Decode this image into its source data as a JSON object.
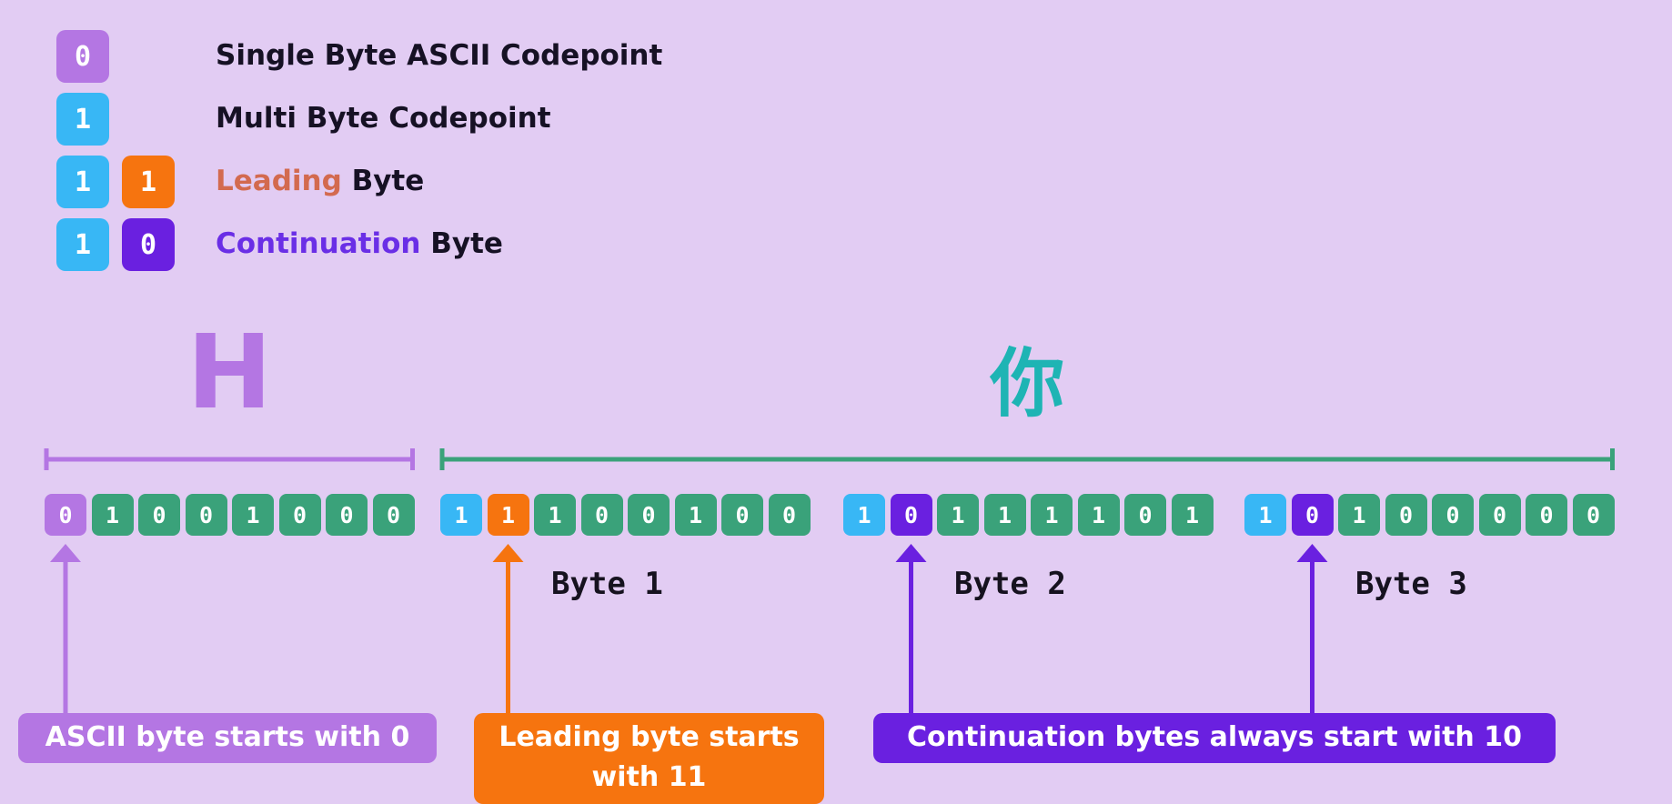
{
  "colors": {
    "background": "#e2ccf3",
    "ascii": "#b476e3",
    "multi": "#38b7f5",
    "leading": "#f6740f",
    "continuation": "#6a20e0",
    "data": "#3aa27a",
    "cjk": "#1eb4b4",
    "text": "#161124",
    "leading_text": "#d36a4f",
    "continuation_text": "#6a2ee6"
  },
  "legend": [
    {
      "bits": [
        {
          "value": "0",
          "role": "ascii"
        }
      ],
      "parts": [
        {
          "text": "Single Byte ASCII Codepoint",
          "role": "text"
        }
      ]
    },
    {
      "bits": [
        {
          "value": "1",
          "role": "multi"
        }
      ],
      "parts": [
        {
          "text": "Multi Byte Codepoint",
          "role": "text"
        }
      ]
    },
    {
      "bits": [
        {
          "value": "1",
          "role": "multi"
        },
        {
          "value": "1",
          "role": "leading"
        }
      ],
      "parts": [
        {
          "text": "Leading",
          "role": "leading_text"
        },
        {
          "text": " Byte",
          "role": "text"
        }
      ]
    },
    {
      "bits": [
        {
          "value": "1",
          "role": "multi"
        },
        {
          "value": "0",
          "role": "continuation"
        }
      ],
      "parts": [
        {
          "text": "Continuation",
          "role": "continuation_text"
        },
        {
          "text": " Byte",
          "role": "text"
        }
      ]
    }
  ],
  "characters": [
    {
      "glyph": "H",
      "role": "ascii"
    },
    {
      "glyph": "你",
      "role": "cjk"
    }
  ],
  "bytes": [
    {
      "label": "",
      "bits": [
        {
          "value": "0",
          "role": "ascii"
        },
        {
          "value": "1",
          "role": "data"
        },
        {
          "value": "0",
          "role": "data"
        },
        {
          "value": "0",
          "role": "data"
        },
        {
          "value": "1",
          "role": "data"
        },
        {
          "value": "0",
          "role": "data"
        },
        {
          "value": "0",
          "role": "data"
        },
        {
          "value": "0",
          "role": "data"
        }
      ]
    },
    {
      "label": "Byte 1",
      "bits": [
        {
          "value": "1",
          "role": "multi"
        },
        {
          "value": "1",
          "role": "leading"
        },
        {
          "value": "1",
          "role": "data"
        },
        {
          "value": "0",
          "role": "data"
        },
        {
          "value": "0",
          "role": "data"
        },
        {
          "value": "1",
          "role": "data"
        },
        {
          "value": "0",
          "role": "data"
        },
        {
          "value": "0",
          "role": "data"
        }
      ]
    },
    {
      "label": "Byte 2",
      "bits": [
        {
          "value": "1",
          "role": "multi"
        },
        {
          "value": "0",
          "role": "continuation"
        },
        {
          "value": "1",
          "role": "data"
        },
        {
          "value": "1",
          "role": "data"
        },
        {
          "value": "1",
          "role": "data"
        },
        {
          "value": "1",
          "role": "data"
        },
        {
          "value": "0",
          "role": "data"
        },
        {
          "value": "1",
          "role": "data"
        }
      ]
    },
    {
      "label": "Byte 3",
      "bits": [
        {
          "value": "1",
          "role": "multi"
        },
        {
          "value": "0",
          "role": "continuation"
        },
        {
          "value": "1",
          "role": "data"
        },
        {
          "value": "0",
          "role": "data"
        },
        {
          "value": "0",
          "role": "data"
        },
        {
          "value": "0",
          "role": "data"
        },
        {
          "value": "0",
          "role": "data"
        },
        {
          "value": "0",
          "role": "data"
        }
      ]
    }
  ],
  "callouts": [
    {
      "text": "ASCII byte starts with 0",
      "role": "ascii",
      "points_to": "byte 0, bit 0"
    },
    {
      "text": "Leading byte starts with 11",
      "role": "leading",
      "points_to": "byte 1, bit 1"
    },
    {
      "text": "Continuation bytes always start with 10",
      "role": "continuation",
      "points_to": "byte 2, bit 1; byte 3, bit 1"
    }
  ]
}
